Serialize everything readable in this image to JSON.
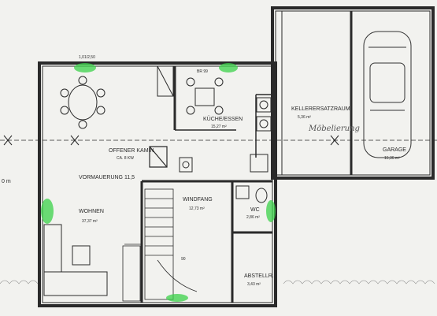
{
  "rooms": {
    "wohnen": {
      "name": "WOHNEN",
      "area": "37,37 m²"
    },
    "kueche": {
      "name": "KÜCHE/ESSEN",
      "area": "15,27 m²"
    },
    "kamin": {
      "name": "OFFENER KAMIN",
      "spec": "CA. 8 KW"
    },
    "vormauerung": {
      "name": "VORMAUERUNG 11,5"
    },
    "windfang": {
      "name": "WINDFANG",
      "area": "12,73 m²"
    },
    "wc": {
      "name": "WC",
      "area": "2,86 m²"
    },
    "abstell": {
      "name": "ABSTELLR.",
      "area": "3,43 m²"
    },
    "keller": {
      "name": "KELLERERSATZRAUM",
      "area": "5,36 m²"
    },
    "garage": {
      "name": "GARAGE",
      "area": "15,36 m²"
    }
  },
  "margin_label": "0 m",
  "annotations": {
    "dimension_a": "1,01/2,50",
    "dimension_b": "BR 99",
    "stair_label": "90",
    "handwritten": "Möbelierung"
  },
  "colors": {
    "paper": "#f2f2ef",
    "line": "#2a2a2a",
    "highlight": "#3bd14a"
  }
}
